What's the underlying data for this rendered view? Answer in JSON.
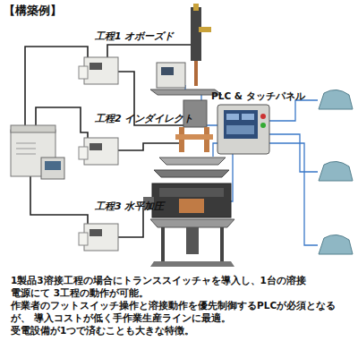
{
  "diagram": {
    "title": "【構築例】",
    "labels": [
      "工程1 オボーズド",
      "工程2 インダイレクト",
      "工程3 水平加圧",
      "PLC & タッチパネル",
      "1製品3溶接工程の場合にトランススイッチャを導入し、1台の溶接電源にて 3工程の動作が可能。",
      "作業者のフットスイッチ操作と溶接動作を優先制御するPLCが必須となるが、 導入コストが低く手作業生産ラインに最適。",
      "受電設備が1つで済むことも大きな特徴。"
    ]
  }
}
